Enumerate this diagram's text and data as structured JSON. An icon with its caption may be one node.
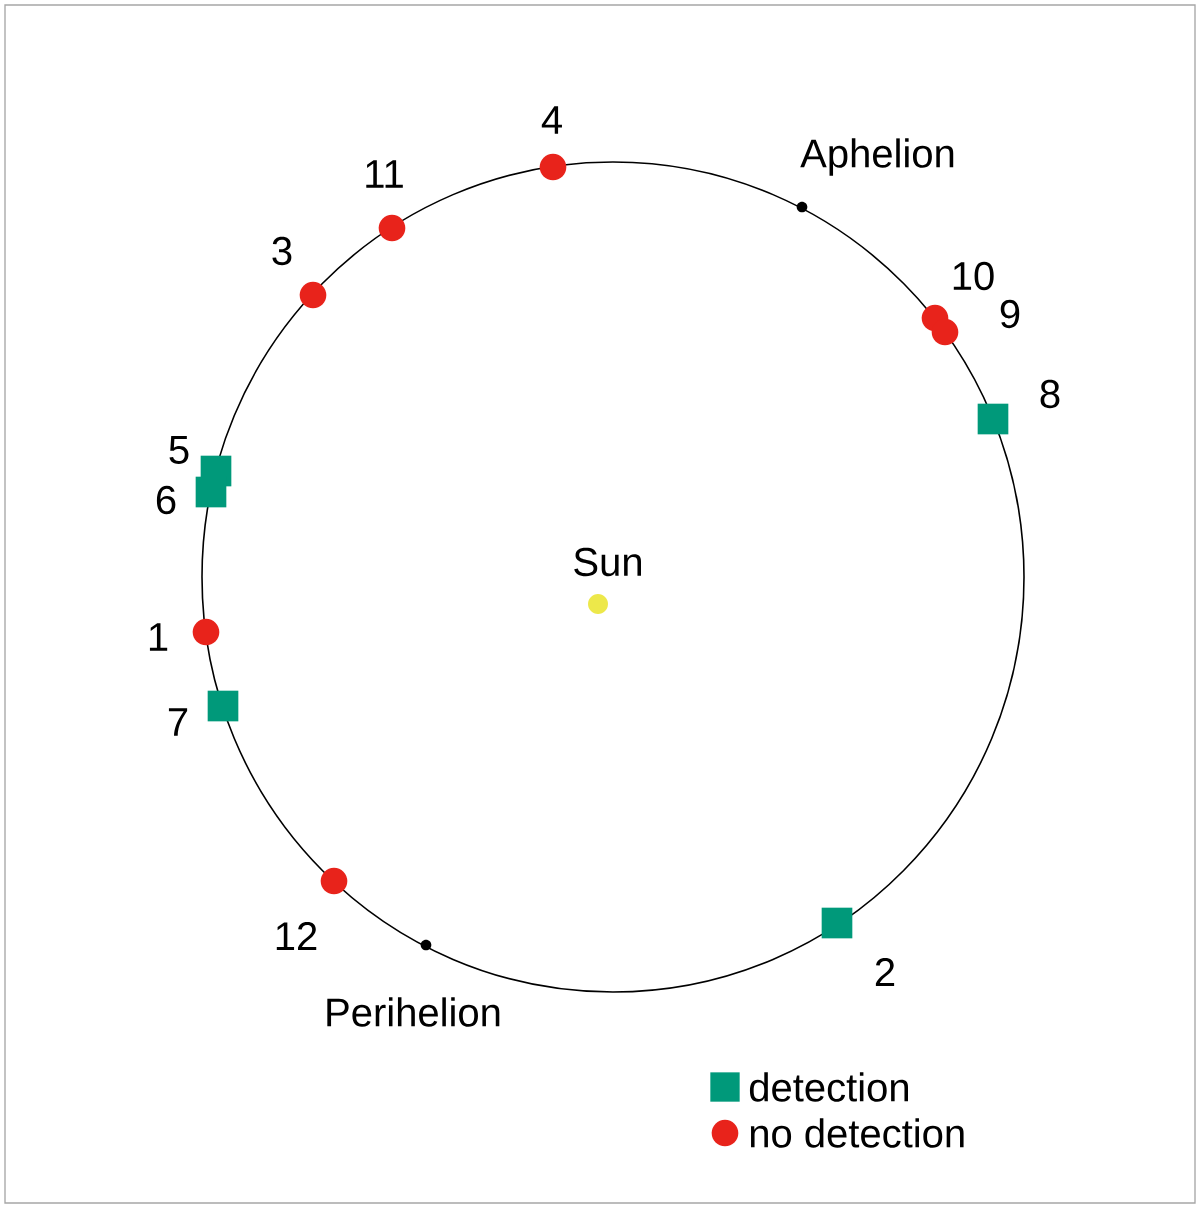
{
  "diagram": {
    "nodes": [
      {
        "text": [],
        "shape": "circle",
        "beside": [
          "4"
        ]
      },
      {
        "text": [
          "Aphelion"
        ]
      },
      {
        "text": [],
        "shape": "circle",
        "beside": [
          "11"
        ]
      },
      {
        "text": [],
        "shape": "circle",
        "beside": [
          "3"
        ]
      },
      {
        "text": [],
        "shape": "circle",
        "beside": [
          "10"
        ]
      },
      {
        "text": [],
        "shape": "circle",
        "beside": [
          "9"
        ]
      },
      {
        "text": [],
        "shape": "box",
        "beside": [
          "8"
        ]
      },
      {
        "text": [],
        "shape": "box",
        "beside": [
          "5"
        ]
      },
      {
        "text": [],
        "shape": "box",
        "beside": [
          "6"
        ]
      },
      {
        "text": [
          "Sun"
        ]
      },
      {
        "text": [],
        "shape": "circle",
        "beside": [
          "1"
        ]
      },
      {
        "text": [],
        "shape": "box",
        "beside": [
          "7"
        ]
      },
      {
        "text": [],
        "shape": "circle",
        "beside": [
          "12"
        ]
      },
      {
        "text": [],
        "shape": "box",
        "beside": [
          "2"
        ]
      },
      {
        "text": [
          "Perihelion"
        ]
      }
    ],
    "legend": [
      {
        "text": "detection",
        "color": "#00997a"
      },
      {
        "text": "no detection",
        "color": "#e8231b"
      }
    ]
  }
}
